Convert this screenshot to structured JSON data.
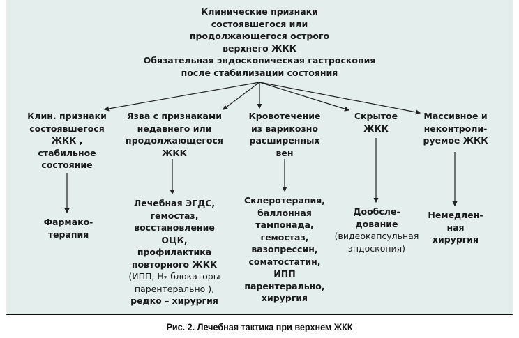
{
  "top": {
    "lines": [
      "Клинические  признаки",
      "состоявшегося или",
      "продолжающегося острого",
      "верхнего ЖКК",
      "Обязательная  эндоскопическая гастроскопия",
      "после стабилизации состояния"
    ]
  },
  "branches": [
    {
      "title": [
        "Клин. признаки",
        "состоявшегося",
        "ЖКК ,",
        "стабильное",
        "состояние"
      ],
      "action": [
        "Фармако-",
        "терапия"
      ]
    },
    {
      "title": [
        "Язва  с признаками",
        "недавнего или",
        "продолжающегося",
        "ЖКК"
      ],
      "action": [
        "Лечебная  ЭГДС,",
        "гемостаз,",
        "восстановление",
        "ОЦК,",
        "профилактика",
        "повторного ЖКК",
        "(ИПП,  Н₂-блокаторы",
        "парентерально ),",
        "редко – хирургия"
      ]
    },
    {
      "title": [
        "Кровотечение",
        "из варикозно",
        "расширенных",
        "вен"
      ],
      "action": [
        "Склеротерапия,",
        "баллонная",
        "тампонада,",
        "гемостаз,",
        "вазопрессин,",
        "соматостатин,",
        "ИПП",
        "парентерально,",
        "хирургия"
      ]
    },
    {
      "title": [
        "Скрытое",
        "ЖКК"
      ],
      "action": [
        "Дообсле-",
        "дование",
        "(видеокапсульная",
        "эндоскопия)"
      ]
    },
    {
      "title": [
        "Массивное  и",
        "неконтроли-",
        "руемое ЖКК"
      ],
      "action": [
        "Немедлен-",
        "ная",
        "хирургия"
      ]
    }
  ],
  "caption": "Рис. 2. Лечебная тактика при верхнем ЖКК"
}
